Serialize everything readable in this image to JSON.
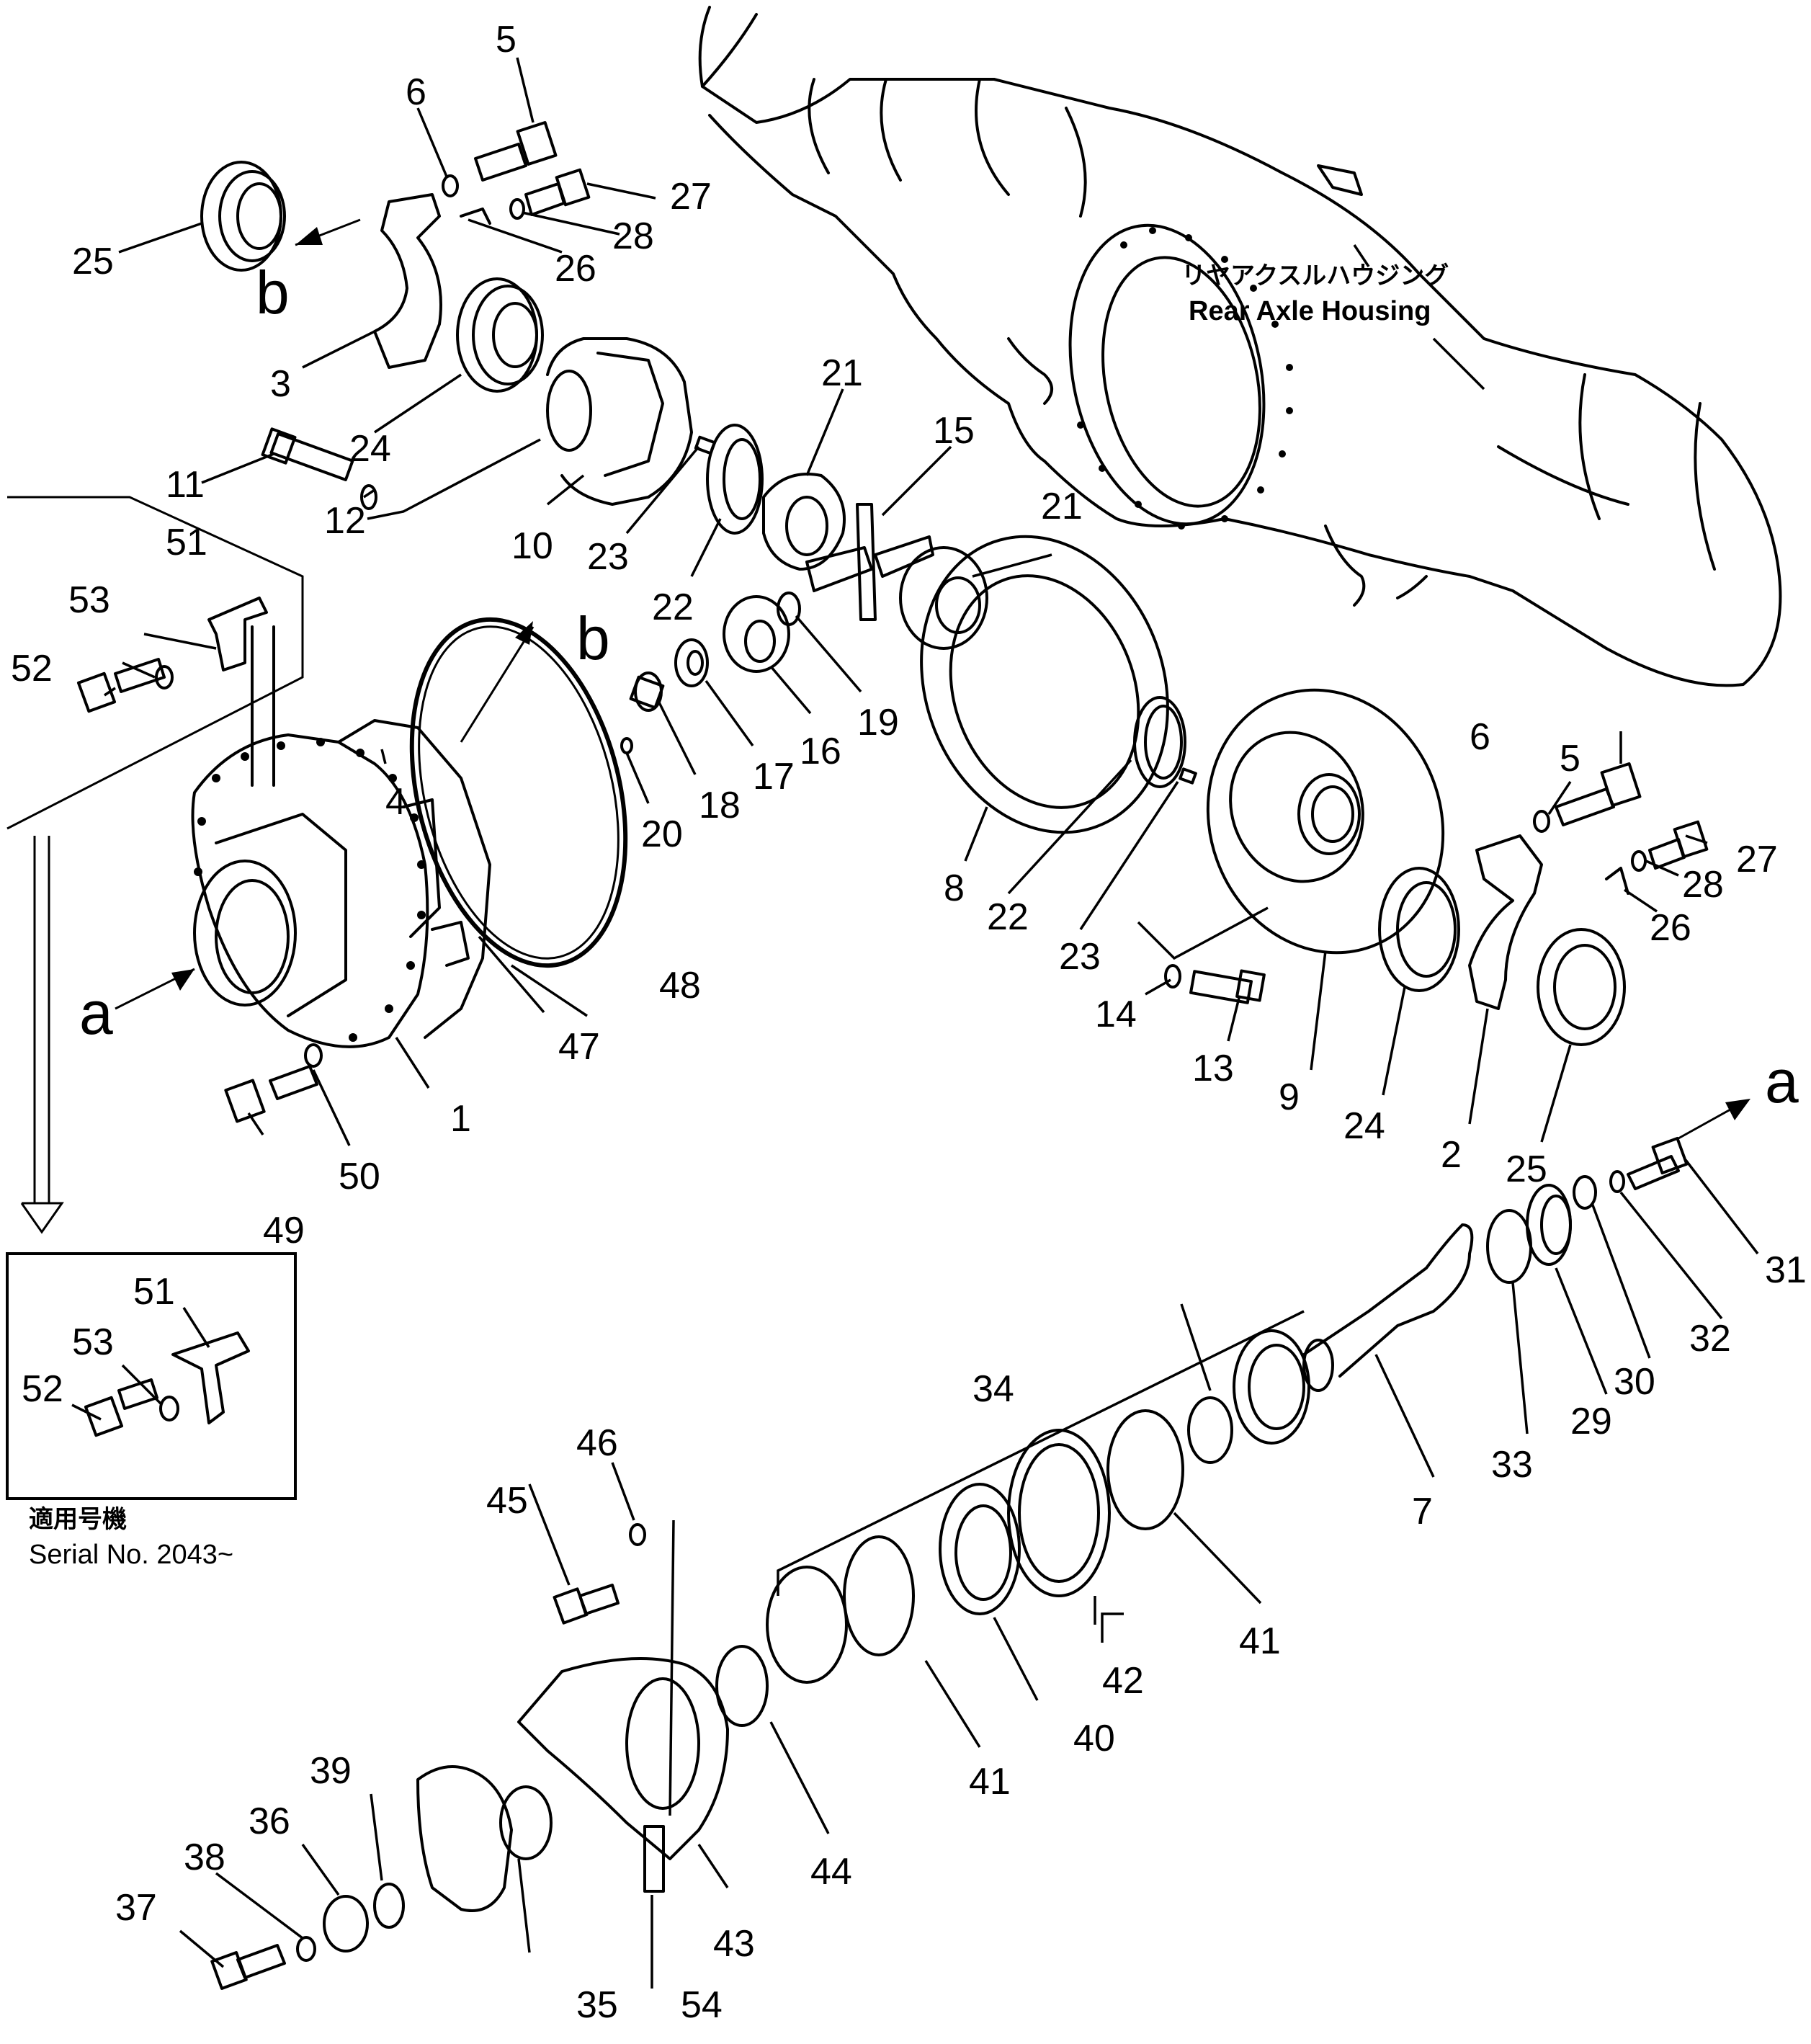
{
  "housing_label": {
    "japanese": "リヤアクスルハウジング",
    "english": "Rear Axle Housing"
  },
  "inset": {
    "japanese": "適用号機",
    "serial": "Serial No. 2043~"
  },
  "view_letters": {
    "a": "a",
    "b": "b"
  },
  "callouts": [
    "1",
    "2",
    "3",
    "4",
    "5",
    "5",
    "6",
    "6",
    "7",
    "8",
    "9",
    "10",
    "11",
    "12",
    "13",
    "14",
    "15",
    "16",
    "17",
    "18",
    "19",
    "20",
    "21",
    "21",
    "22",
    "22",
    "23",
    "23",
    "24",
    "24",
    "25",
    "25",
    "26",
    "26",
    "27",
    "27",
    "28",
    "28",
    "29",
    "30",
    "31",
    "32",
    "33",
    "34",
    "35",
    "36",
    "37",
    "38",
    "39",
    "40",
    "41",
    "41",
    "42",
    "43",
    "44",
    "45",
    "46",
    "47",
    "48",
    "49",
    "50",
    "51",
    "51",
    "52",
    "52",
    "53",
    "53",
    "54"
  ]
}
